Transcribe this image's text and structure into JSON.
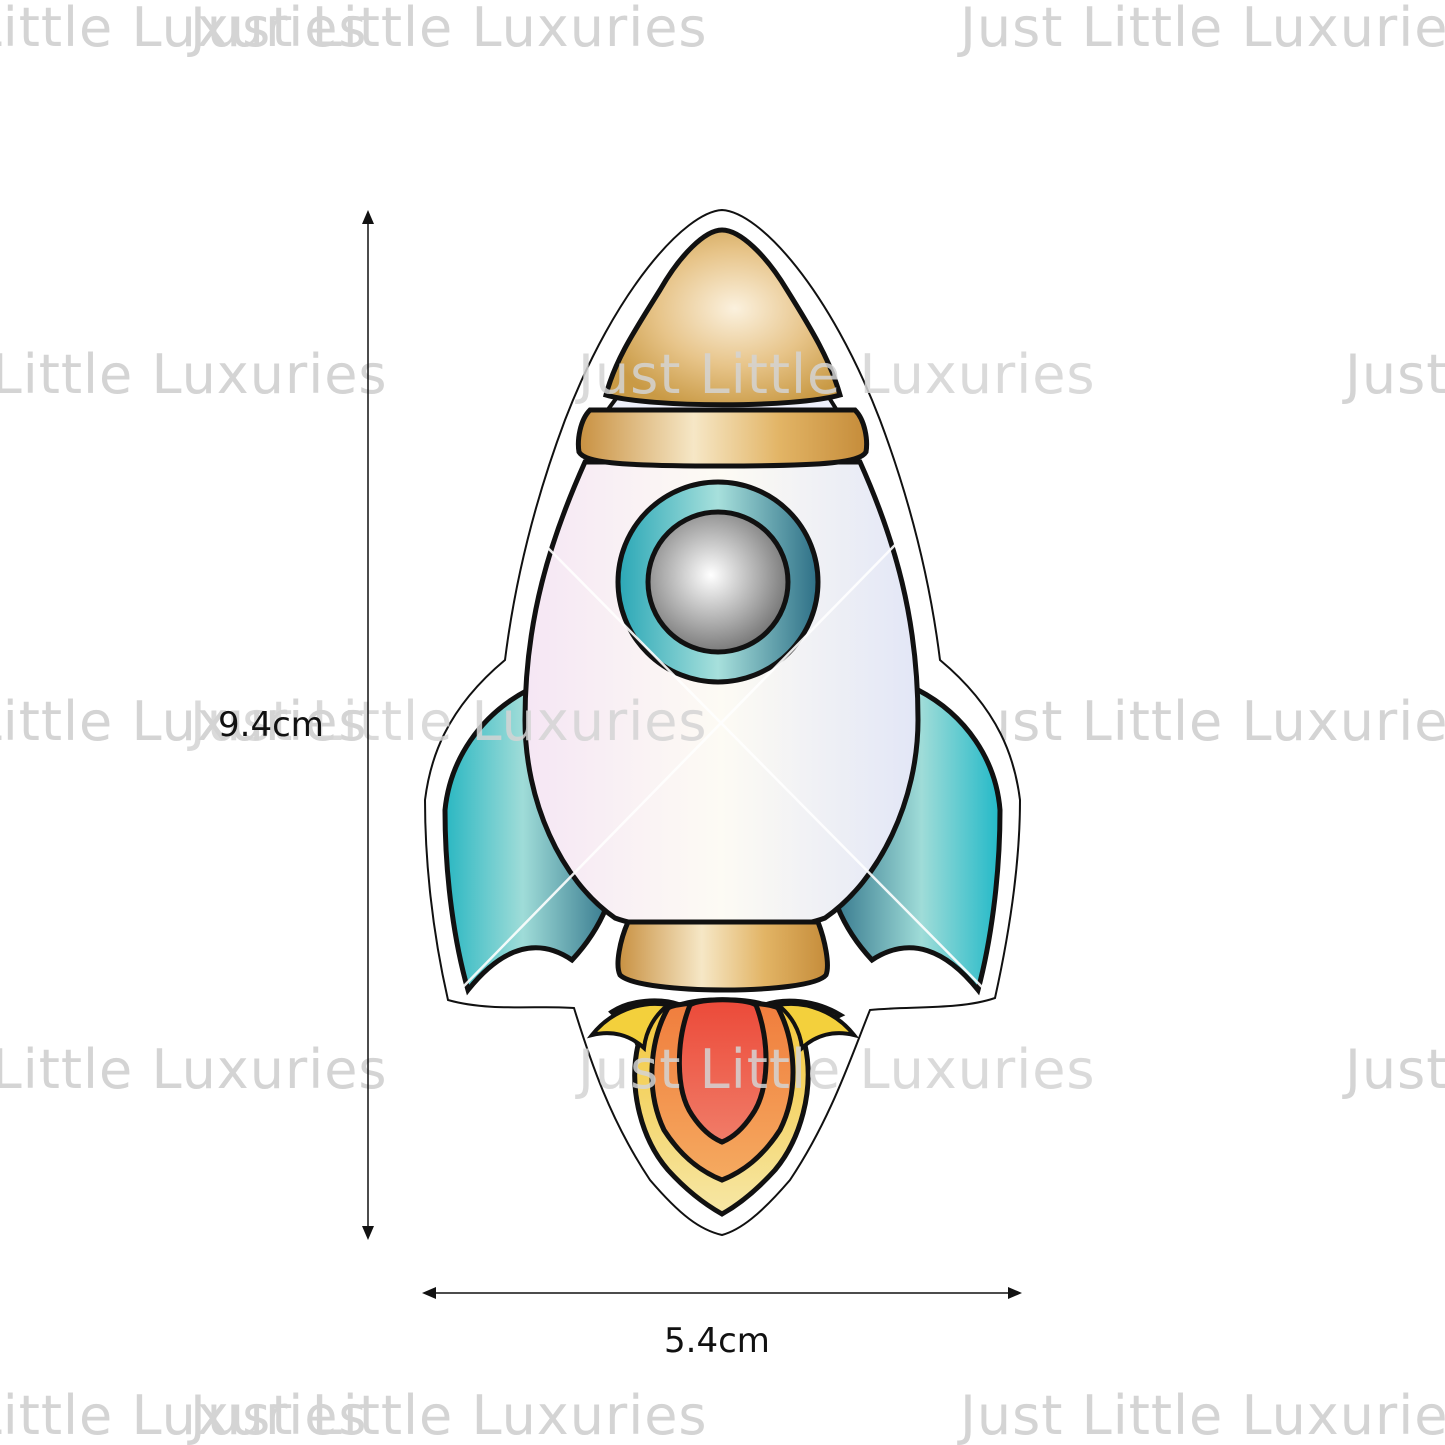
{
  "watermark": {
    "text": "Just Little Luxuries",
    "color": "#d4d4d4"
  },
  "dimensions": {
    "height_label": "9.4cm",
    "width_label": "5.4cm"
  },
  "product": {
    "icon": "rocket-sticker-icon",
    "colors": {
      "gold": "#d9a94c",
      "teal": "#3fb6c2",
      "flame_red": "#ee5b45",
      "flame_orange": "#f39a4e",
      "flame_yellow": "#f5d56b",
      "body": "#f7f3fa"
    }
  }
}
